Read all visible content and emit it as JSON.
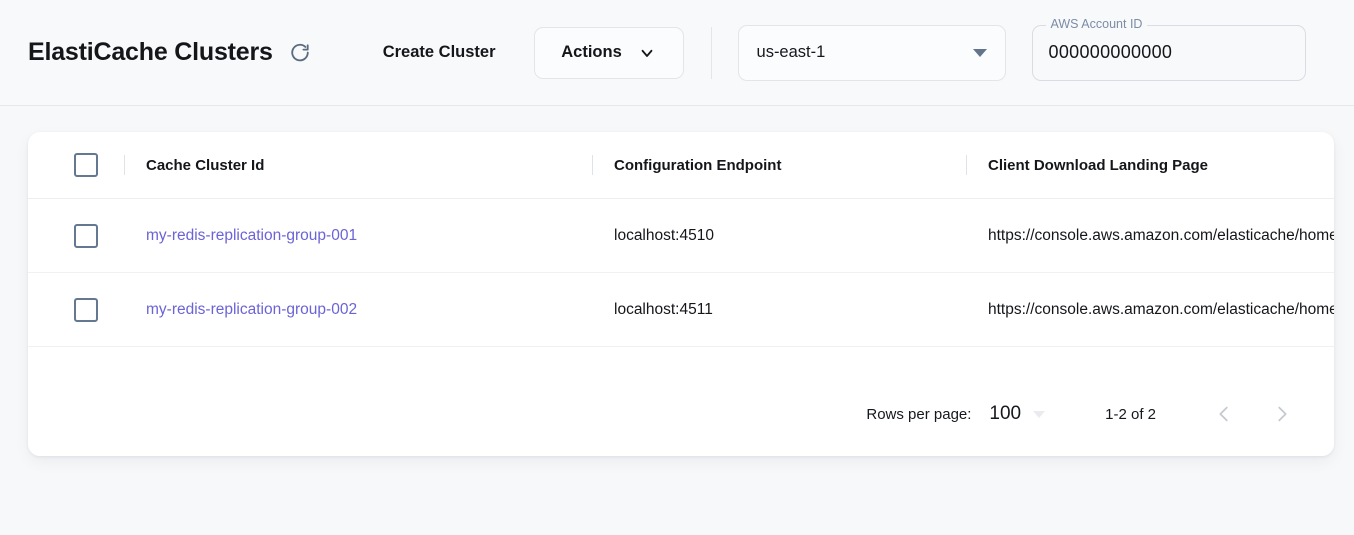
{
  "header": {
    "title": "ElastiCache Clusters",
    "refresh_icon": "refresh-icon",
    "create_cluster_label": "Create Cluster",
    "actions_label": "Actions",
    "actions_caret_icon": "chevron-down-icon",
    "region": {
      "selected": "us-east-1",
      "caret_icon": "triangle-down-icon"
    },
    "account": {
      "label": "AWS Account ID",
      "value": "000000000000",
      "placeholder": "AWS Account ID"
    }
  },
  "table": {
    "select_all_checkbox": "unchecked",
    "columns": [
      {
        "key": "checkbox",
        "label": ""
      },
      {
        "key": "name",
        "label": "Cache Cluster Id"
      },
      {
        "key": "endpoint",
        "label": "Configuration Endpoint"
      },
      {
        "key": "url",
        "label": "Client Download Landing Page"
      }
    ],
    "rows": [
      {
        "checkbox": "unchecked",
        "name": "my-redis-replication-group-001",
        "endpoint": "localhost:4510",
        "url": "https://console.aws.amazon.com/elasticache/home"
      },
      {
        "checkbox": "unchecked",
        "name": "my-redis-replication-group-002",
        "endpoint": "localhost:4511",
        "url": "https://console.aws.amazon.com/elasticache/home"
      }
    ]
  },
  "pagination": {
    "rows_per_page_label": "Rows per page:",
    "rows_per_page_value": "100",
    "range_label": "1-2 of 2",
    "prev_icon": "chevron-left-icon",
    "next_icon": "chevron-right-icon"
  },
  "colors": {
    "link": "#6b63d6",
    "page_background": "#f7f8fa",
    "card_background": "#ffffff",
    "checkbox_border": "#647892",
    "label_muted": "#7c8da5"
  }
}
